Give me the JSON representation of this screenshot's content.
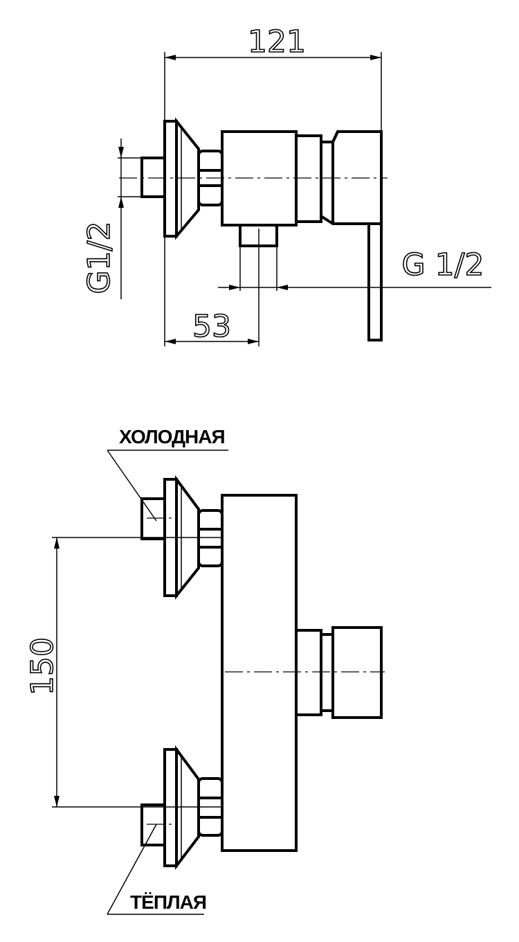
{
  "side_view": {
    "dim_total_width": "121",
    "dim_outlet_offset": "53",
    "thread_inlet": "G1/2",
    "thread_outlet": "G 1/2"
  },
  "front_view": {
    "label_cold": "ХОЛОДНАЯ",
    "label_warm": "ТЁПЛАЯ",
    "dim_inlet_spacing": "150"
  }
}
